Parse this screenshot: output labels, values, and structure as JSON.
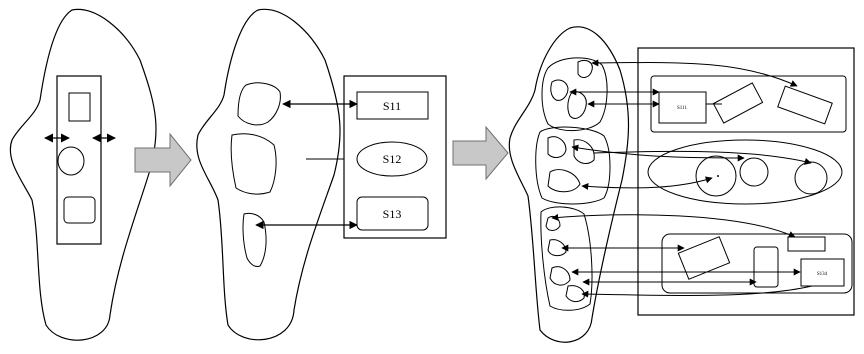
{
  "stage2": {
    "s11": "S11",
    "s12": "S12",
    "s13": "S13"
  },
  "stage3": {
    "s111": "S111",
    "s134": "S134"
  },
  "colors": {
    "stroke": "#000000",
    "arrow_fill": "#c8c8c8",
    "arrow_stroke": "#707070",
    "background": "#ffffff"
  }
}
